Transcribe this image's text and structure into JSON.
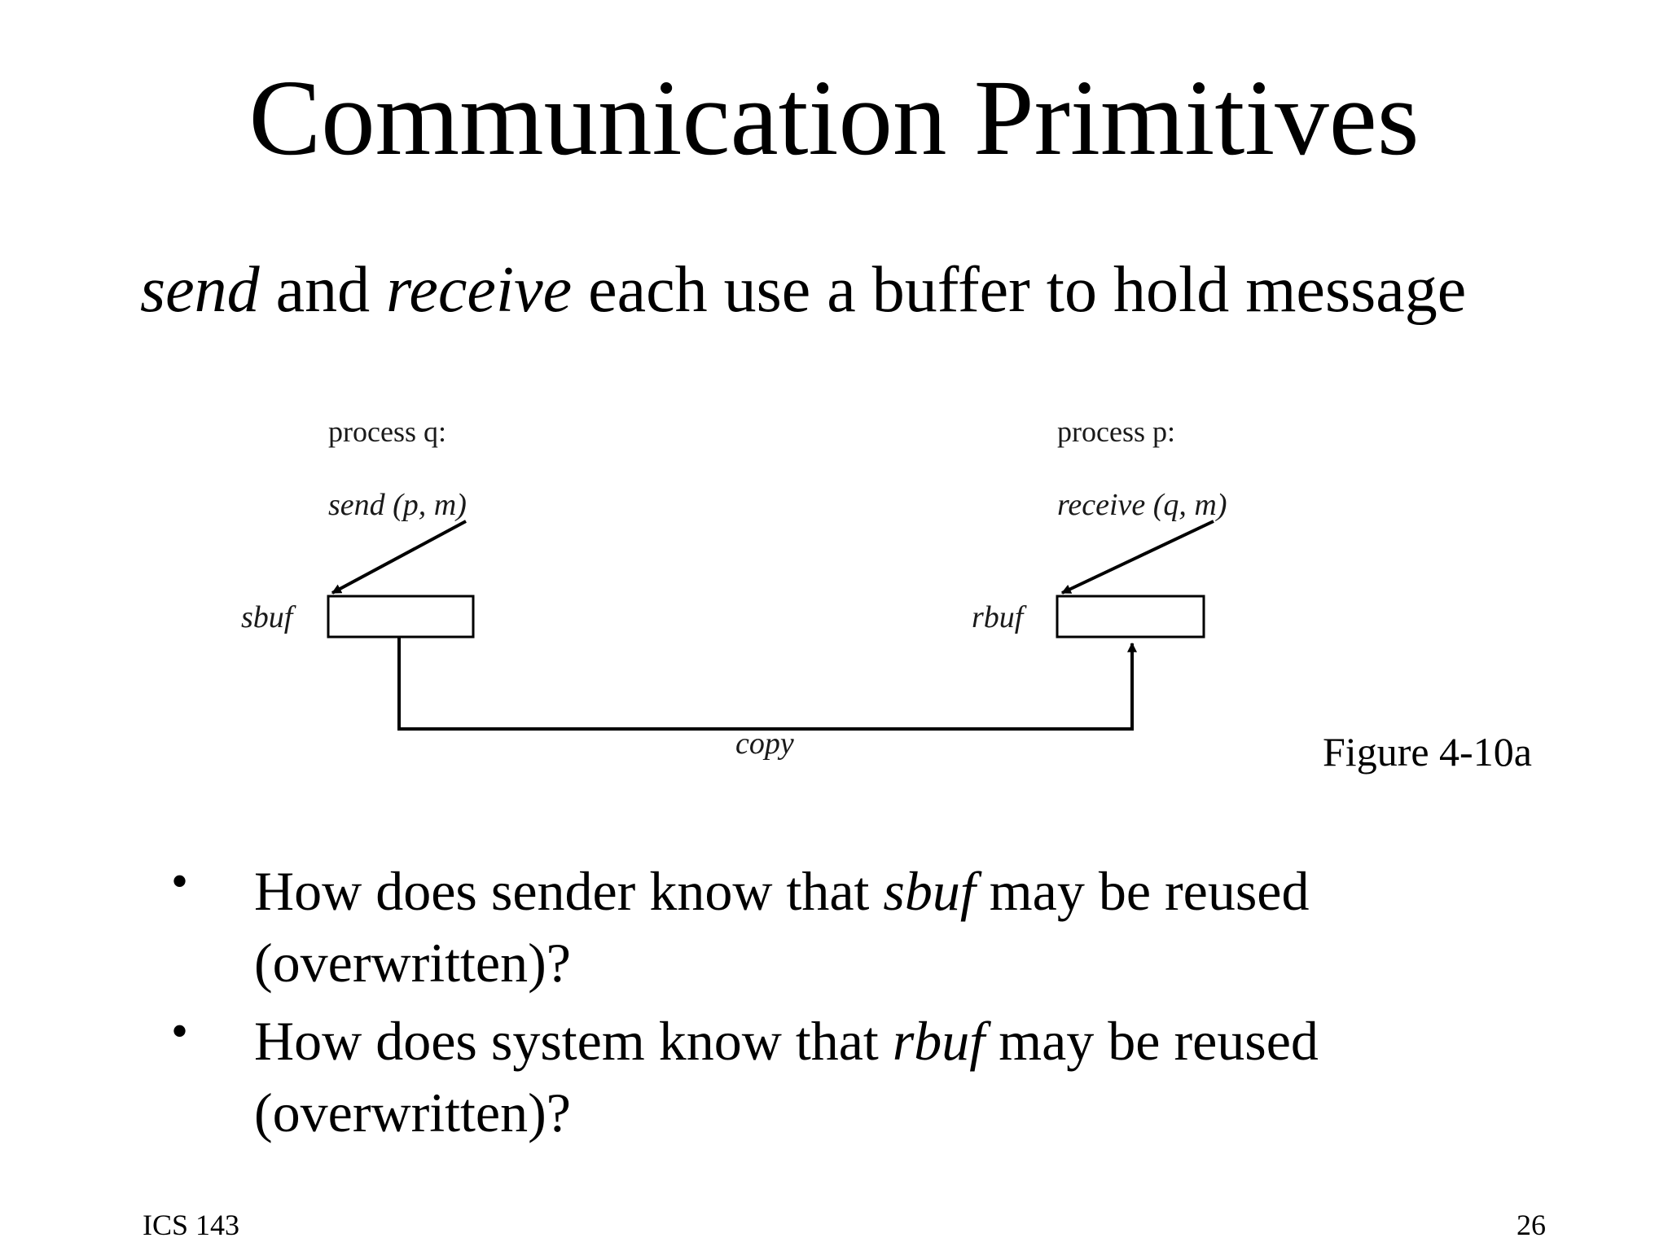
{
  "slide": {
    "title": "Communication Primitives",
    "subtitle": {
      "send": "send",
      "and": " and ",
      "receive": "receive",
      "rest": " each use a buffer to hold message"
    },
    "figure_caption": "Figure 4-10a",
    "footer_left": "ICS 143",
    "page_number": "26"
  },
  "diagram": {
    "sender": {
      "process_label": "process q:",
      "call": "send (p, m)",
      "buffer": "sbuf"
    },
    "receiver": {
      "process_label": "process p:",
      "call": "receive (q, m)",
      "buffer": "rbuf"
    },
    "copy_label": "copy"
  },
  "bullets": [
    {
      "before": "How does sender know that ",
      "term": "sbuf",
      "after": " may be reused (overwritten)?"
    },
    {
      "before": "How does system know that ",
      "term": "rbuf",
      "after": "  may be reused (overwritten)?"
    }
  ]
}
